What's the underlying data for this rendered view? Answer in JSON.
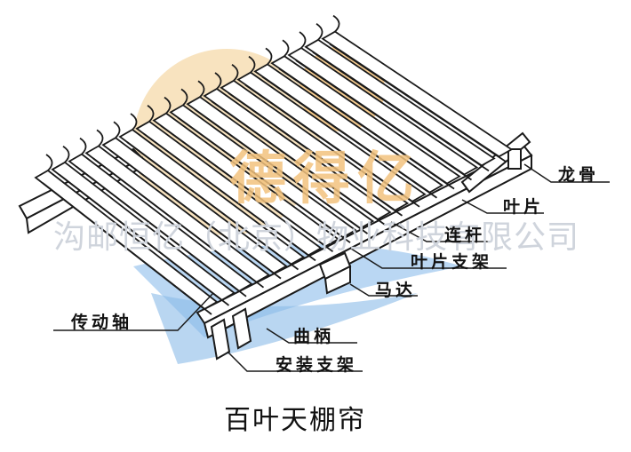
{
  "watermark": {
    "logo_text": "德得亿",
    "company_text": "沟邮恒亿（北京）物业科技有限公司"
  },
  "labels": {
    "keel": "龙骨",
    "blade": "叶片",
    "connecting_rod": "连杆",
    "blade_bracket": "叶片支架",
    "motor": "马达",
    "drive_shaft": "传动轴",
    "crank": "曲柄",
    "mounting_bracket": "安装支架"
  },
  "caption": "百叶天棚帘",
  "colors": {
    "line": "#1a1a1a",
    "logo_orange": "#f3c37e",
    "logo_blue": "#7eb4e6",
    "watermark_gray": "#cfd4dc"
  }
}
